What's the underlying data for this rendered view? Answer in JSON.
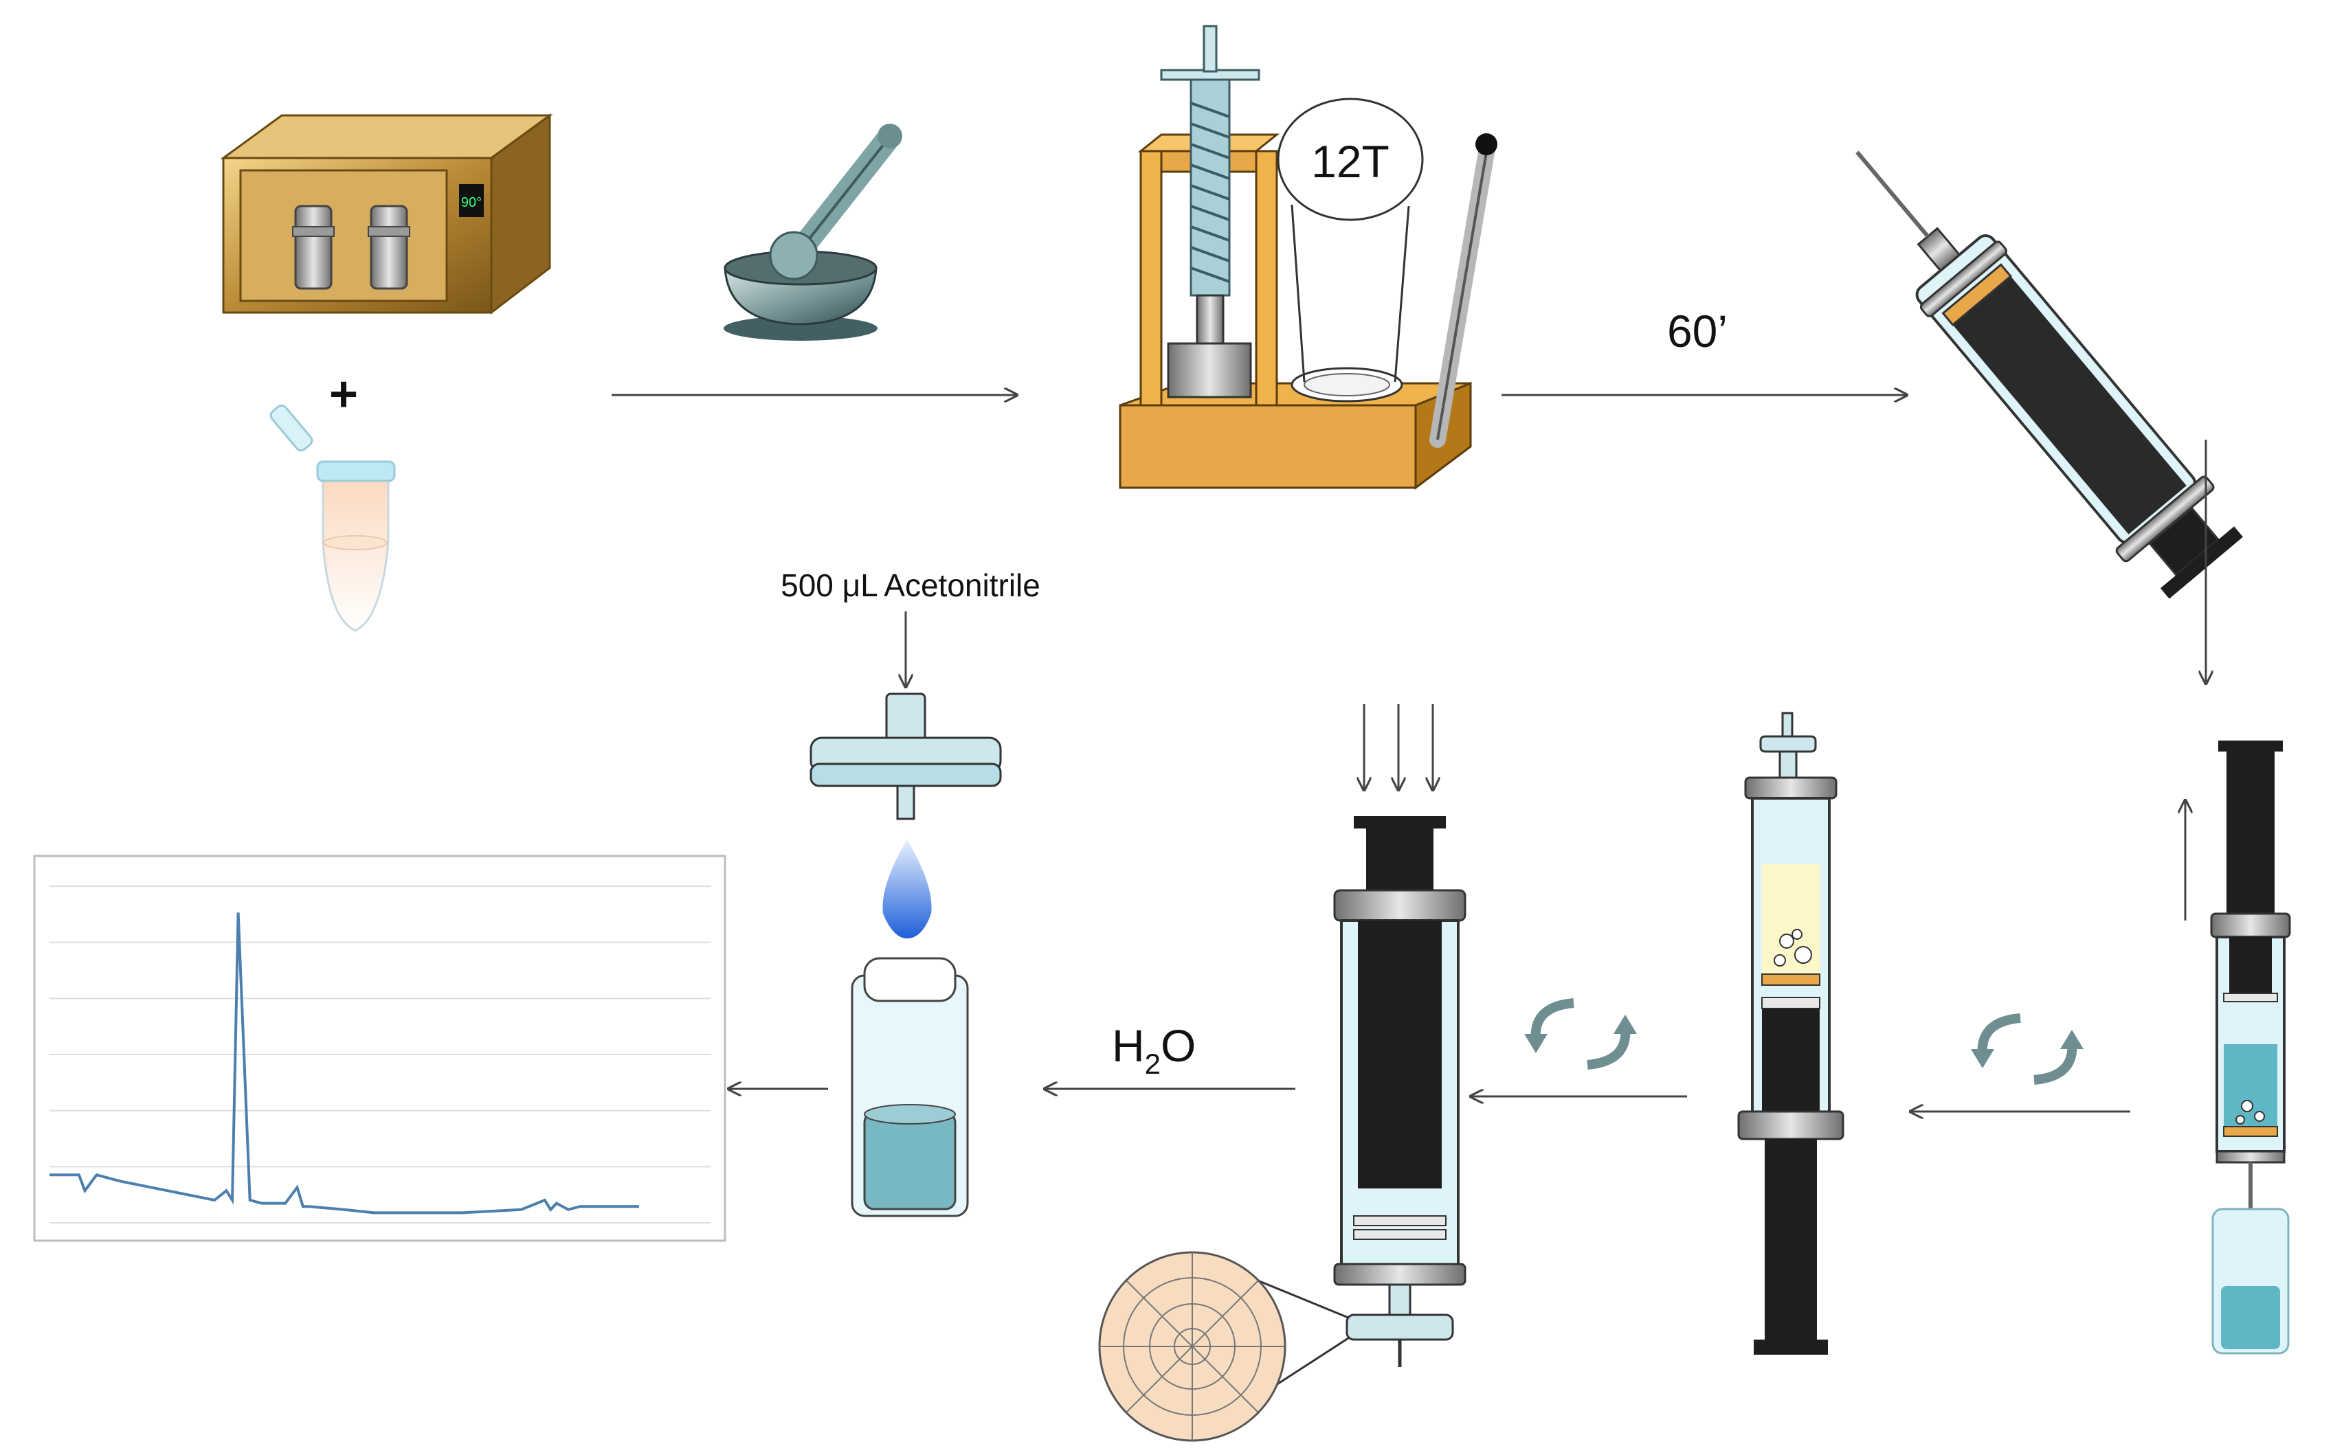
{
  "labels": {
    "plus": "+",
    "oven_display": "90°",
    "press_pressure": "12T",
    "time": "60’",
    "solvent": "500 μL Acetonitrile",
    "water_main": "H",
    "water_sub": "2",
    "water_tail": "O"
  },
  "colors": {
    "wood": "#e8a84a",
    "gold": "#c89a45",
    "light_blue": "#cfeef6",
    "dark_rod": "#2a2a2a",
    "teal_liquid": "#5fb6c4",
    "drop_blue": "#1e5fd8",
    "chrom_line": "#4d7fae",
    "filter_paper": "#f8dcc0"
  },
  "steps": [
    "oven-heating",
    "sample-vial",
    "mortar-grinding",
    "press-packing",
    "packed-syringe",
    "sample-loading",
    "rotation-mixing",
    "vertical-syringe",
    "rotation-mixing-2",
    "pressing-water-wash",
    "filter-disc",
    "acetonitrile-elution",
    "collection-vial",
    "chromatogram"
  ],
  "chart_data": {
    "type": "line",
    "title": "",
    "xlabel": "",
    "ylabel": "",
    "grid": true,
    "series": [
      {
        "values_description_free": true,
        "x": [
          0,
          5,
          6,
          8,
          12,
          20,
          28,
          30,
          31,
          32,
          34,
          36,
          40,
          42,
          43,
          44,
          50,
          55,
          60,
          70,
          80,
          84,
          85,
          86,
          88,
          90,
          100
        ],
        "y": [
          0.13,
          0.13,
          0.08,
          0.13,
          0.11,
          0.08,
          0.05,
          0.08,
          0.05,
          0.96,
          0.05,
          0.04,
          0.04,
          0.09,
          0.03,
          0.03,
          0.02,
          0.01,
          0.01,
          0.01,
          0.02,
          0.05,
          0.02,
          0.04,
          0.02,
          0.03,
          0.03
        ]
      }
    ]
  }
}
